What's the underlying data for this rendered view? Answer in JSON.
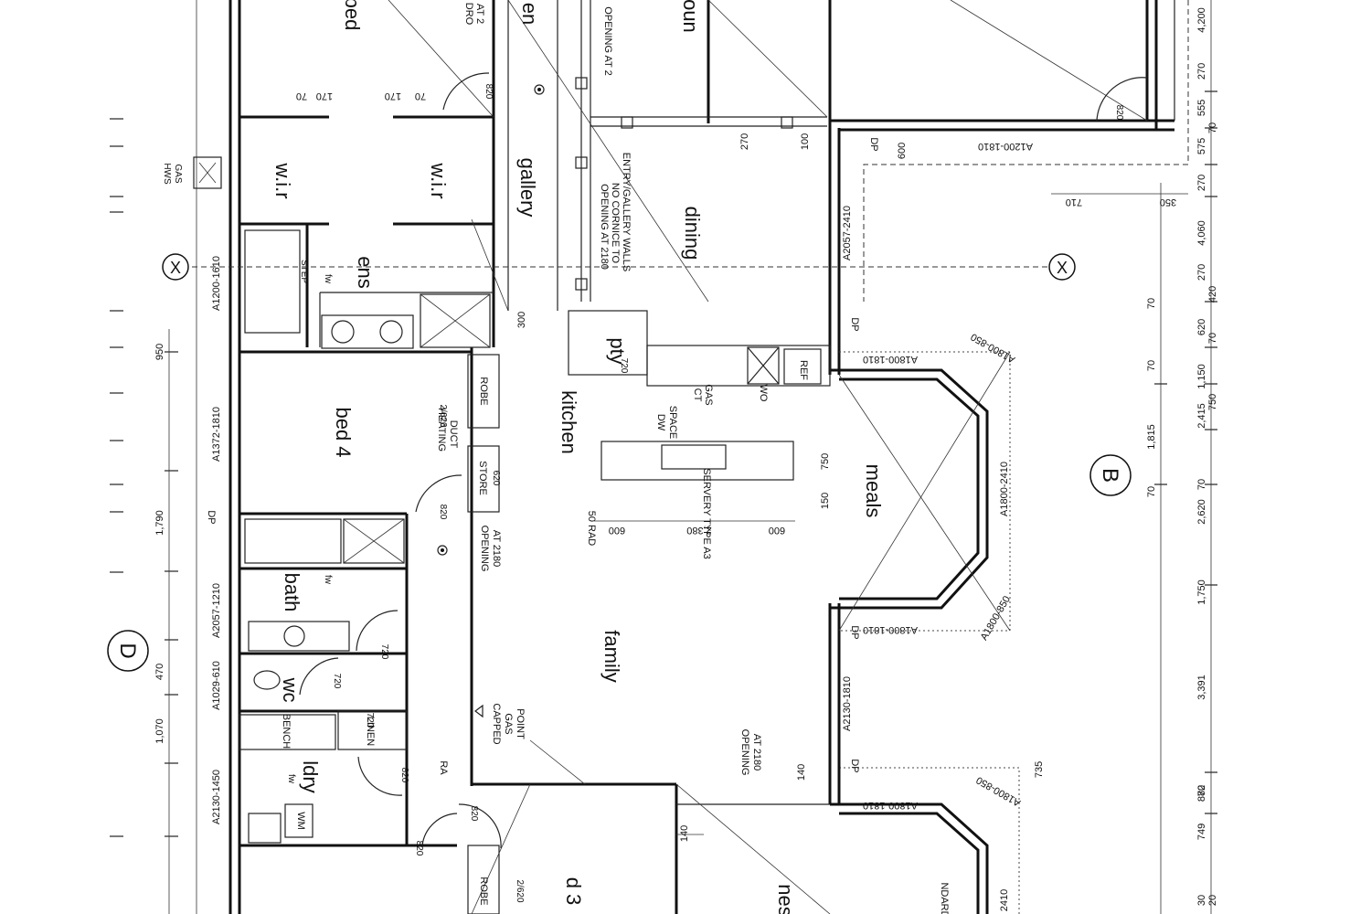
{
  "rooms": {
    "bed_top": "bed",
    "wir_1": "w.i.r",
    "wir_2": "w.i.r",
    "ens": "ens",
    "bed4": "bed 4",
    "robe_1": "ROBE",
    "store": "STORE",
    "store_w": "620",
    "bath": "bath",
    "wc": "wc",
    "ldry": "ldry",
    "linen": "LINEN",
    "bench": "BENCH",
    "wm": "WM",
    "ra": "RA",
    "bed3": "d 3",
    "robe_2": "ROBE",
    "gallery": "gallery",
    "entry": "en",
    "lounge": "loun",
    "dining": "dining",
    "kitchen": "kitchen",
    "pty": "pty",
    "meals": "meals",
    "family": "family",
    "games": "nes"
  },
  "notes": {
    "hws": "HWS",
    "hws_gas": "GAS",
    "heating": "HEATING",
    "heating_2": "DUCT",
    "step": "STEP",
    "fw": "fw",
    "opening_2180_a": "OPENING AT 2",
    "opening_2180_b_1": "OPENING AT 2180",
    "opening_2180_b_2": "NO CORNICE TO",
    "opening_2180_b_3": "ENTRY/GALLERY WALLS",
    "opening_2180_c_1": "OPENING",
    "opening_2180_c_2": "AT 2180",
    "opening_2180_d_1": "OPENING",
    "opening_2180_d_2": "AT 2180",
    "capped_1": "CAPPED",
    "capped_2": "GAS",
    "capped_3": "POINT",
    "dw_1": "DW",
    "dw_2": "SPACE",
    "servery": "SERVERY TYPE A3",
    "rad": "50 RAD",
    "ct_1": "CT",
    "ct_2": "GAS",
    "wo": "WO",
    "ref": "REF",
    "dp": "DP",
    "dro": "DRO",
    "at2": "AT 2",
    "standard": "NDARD",
    "doors": [
      "820",
      "820",
      "820",
      "720",
      "720",
      "720",
      "720",
      "820",
      "820",
      "820",
      "720"
    ],
    "robe_door": "2/620"
  },
  "windows": [
    "A1200-1610",
    "A1372-1810",
    "A2057-1210",
    "A1029-610",
    "A2130-1450",
    "A1200-1810",
    "A2057-2410",
    "A1800-1810",
    "A1800-2410",
    "A1800-1810",
    "A2130-1810",
    "A1800-1810",
    "A1800-850",
    "A1800-850",
    "A1800-850",
    "2410"
  ],
  "dimensions": {
    "left_column": [
      "950",
      "1,790",
      "470",
      "1,070"
    ],
    "right_column": [
      "4,200",
      "270",
      "555",
      "575",
      "70",
      "270",
      "4,060",
      "270",
      "420",
      "620",
      "70",
      "1,150",
      "70",
      "1,815",
      "2,415",
      "750",
      "2,620",
      "1,750",
      "3,391",
      "882",
      "749",
      "70",
      "70",
      "70",
      "70",
      "30",
      "20"
    ],
    "pair_a": [
      "70",
      "170"
    ],
    "pair_b": [
      "170",
      "70"
    ],
    "servery": [
      "600",
      "2,380",
      "600"
    ],
    "misc": [
      "300",
      "270",
      "100",
      "600",
      "710",
      "350",
      "140",
      "140",
      "150",
      "750",
      "735"
    ]
  },
  "grid": {
    "x_left": "X",
    "x_right": "X",
    "b": "B",
    "d": "D"
  }
}
